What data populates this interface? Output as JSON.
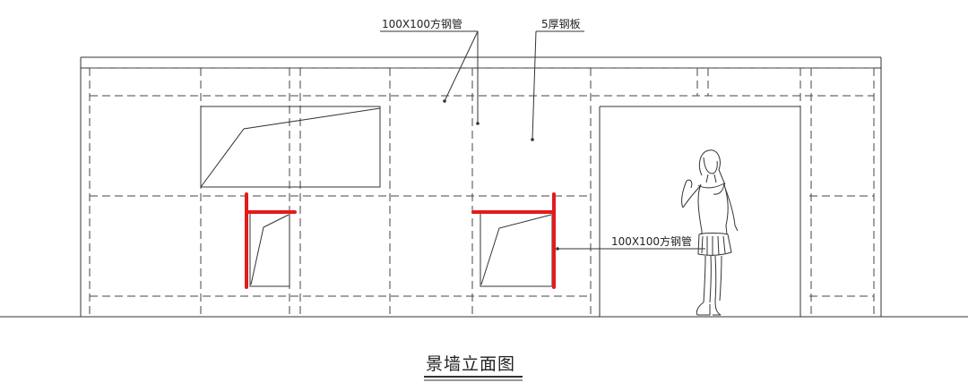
{
  "annotations": {
    "top_left_label": "100X100方钢管",
    "top_right_label": "5厚钢板",
    "middle_label": "100X100方钢管"
  },
  "title": "景墙立面图",
  "colors": {
    "line": "#333333",
    "highlight": "#e31b1b",
    "background": "#ffffff"
  }
}
